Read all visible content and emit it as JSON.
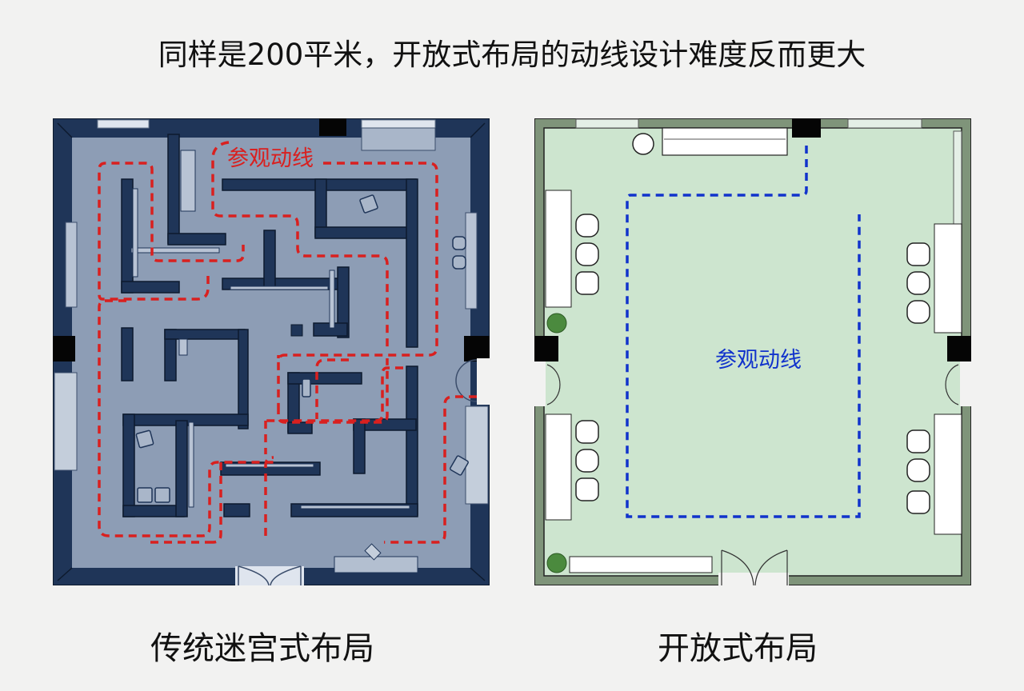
{
  "title": "同样是200平米，开放式布局的动线设计难度反而更大",
  "panels": [
    {
      "id": "maze",
      "caption": "传统迷宫式布局",
      "route_label": "参观动线",
      "colors": {
        "wall": "#1f3558",
        "floor": "#8d9db5",
        "route": "#d9201f",
        "column": "#050505"
      }
    },
    {
      "id": "open",
      "caption": "开放式布局",
      "route_label": "参观动线",
      "colors": {
        "wall": "#7f947a",
        "floor": "#cde5cf",
        "route": "#1133cc",
        "column": "#050505"
      }
    }
  ]
}
